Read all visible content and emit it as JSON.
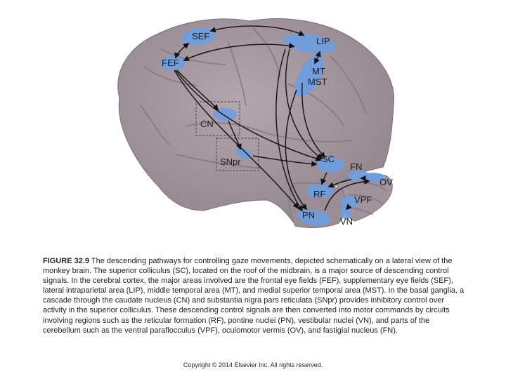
{
  "regions": {
    "sef": "SEF",
    "lip": "LIP",
    "fef": "FEF",
    "mt": "MT",
    "mst": "MST",
    "cn": "CN",
    "snpr": "SNpr",
    "sc": "SC",
    "fn": "FN",
    "ov": "OV",
    "rf": "RF",
    "vpf": "VPF",
    "pn": "PN",
    "vn": "VN"
  },
  "caption": {
    "figure_number": "FIGURE 32.9",
    "text": " The descending pathways for controlling gaze movements, depicted schematically on a lateral view of the monkey brain. The superior colliculus (SC), located on the roof of the midbrain, is a major source of descending control signals. In the cerebral cortex, the major areas involved are the frontal eye fields (FEF), supplementary eye fields (SEF), lateral intraparietal area (LIP), middle temporal area (MT), and medial superior temporal area (MST). In the basal ganglia, a cascade through the caudate nucleus (CN) and substantia nigra pars reticulata (SNpr) provides inhibitory control over activity in the superior colliculus. These descending control signals are then converted into motor commands by circuits involving regions such as the reticular formation (RF), pontine nuclei (PN), vestibular nuclei (VN), and parts of the cerebellum such as the ventral paraflocculus (VPF), oculomotor vermis (OV), and fastigial nucleus (FN)."
  },
  "copyright": "Copyright © 2014 Elsevier Inc. All rights reserved.",
  "colors": {
    "brain": "#a3969c",
    "region_fill": "#6e9ee0",
    "arrow": "#111111"
  }
}
